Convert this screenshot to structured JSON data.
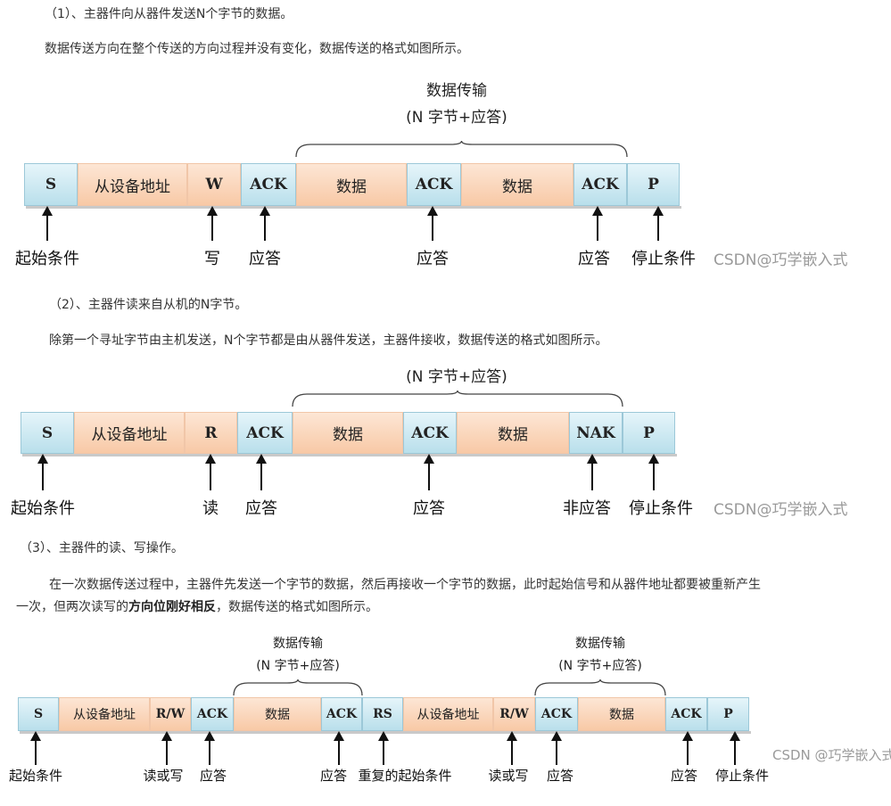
{
  "text": {
    "h1": "（1）、主器件向从器件发送N个字节的数据。",
    "p1": "数据传送方向在整个传送的方向过程并没有变化，数据传送的格式如图所示。",
    "h2": "（2）、主器件读来自从机的N字节。",
    "p2": "除第一个寻址字节由主机发送，N个字节都是由从器件发送，主器件接收，数据传送的格式如图所示。",
    "h3": "（3）、主器件的读、写操作。",
    "p3a": "在一次数据传送过程中，主器件先发送一个字节的数据，然后再接收一个字节的数据，此时起始信号和从器件地址都要被重新产生",
    "p3b_pre": "一次，但两次读写的",
    "p3b_bold": "方向位刚好相反",
    "p3b_post": "，数据传送的格式如图所示。"
  },
  "diagrams": [
    {
      "titles": [
        {
          "line1": "数据传输",
          "line2": "(N 字节+应答)"
        }
      ],
      "cells": [
        {
          "label": "S",
          "type": "ack"
        },
        {
          "label": "从设备地址",
          "type": "data"
        },
        {
          "label": "W",
          "type": "data mono"
        },
        {
          "label": "ACK",
          "type": "ack"
        },
        {
          "label": "数据",
          "type": "data"
        },
        {
          "label": "ACK",
          "type": "ack"
        },
        {
          "label": "数据",
          "type": "data"
        },
        {
          "label": "ACK",
          "type": "ack"
        },
        {
          "label": "P",
          "type": "ack"
        }
      ],
      "arrow_labels": [
        "起始条件",
        "写",
        "应答",
        "应答",
        "应答",
        "停止条件"
      ],
      "watermark": "CSDN@巧学嵌入式"
    },
    {
      "titles": [
        {
          "line1": "",
          "line2": "(N 字节+应答)"
        }
      ],
      "cells": [
        {
          "label": "S",
          "type": "ack"
        },
        {
          "label": "从设备地址",
          "type": "data"
        },
        {
          "label": "R",
          "type": "data mono"
        },
        {
          "label": "ACK",
          "type": "ack"
        },
        {
          "label": "数据",
          "type": "data"
        },
        {
          "label": "ACK",
          "type": "ack"
        },
        {
          "label": "数据",
          "type": "data"
        },
        {
          "label": "NAK",
          "type": "ack"
        },
        {
          "label": "P",
          "type": "ack"
        }
      ],
      "arrow_labels": [
        "起始条件",
        "读",
        "应答",
        "应答",
        "非应答",
        "停止条件"
      ],
      "watermark": "CSDN@巧学嵌入式"
    },
    {
      "titles": [
        {
          "line1": "数据传输",
          "line2": "(N 字节+应答)"
        },
        {
          "line1": "数据传输",
          "line2": "(N 字节+应答)"
        }
      ],
      "cells": [
        {
          "label": "S",
          "type": "ack"
        },
        {
          "label": "从设备地址",
          "type": "data"
        },
        {
          "label": "R/W",
          "type": "data mono"
        },
        {
          "label": "ACK",
          "type": "ack"
        },
        {
          "label": "数据",
          "type": "data"
        },
        {
          "label": "ACK",
          "type": "ack"
        },
        {
          "label": "RS",
          "type": "ack"
        },
        {
          "label": "从设备地址",
          "type": "data"
        },
        {
          "label": "R/W",
          "type": "data mono"
        },
        {
          "label": "ACK",
          "type": "ack"
        },
        {
          "label": "数据",
          "type": "data"
        },
        {
          "label": "ACK",
          "type": "ack"
        },
        {
          "label": "P",
          "type": "ack"
        }
      ],
      "arrow_labels": [
        "起始条件",
        "读或写",
        "应答",
        "应答",
        "重复的起始条件",
        "读或写",
        "应答",
        "应答",
        "停止条件"
      ],
      "watermark": "CSDN @巧学嵌入式"
    }
  ]
}
